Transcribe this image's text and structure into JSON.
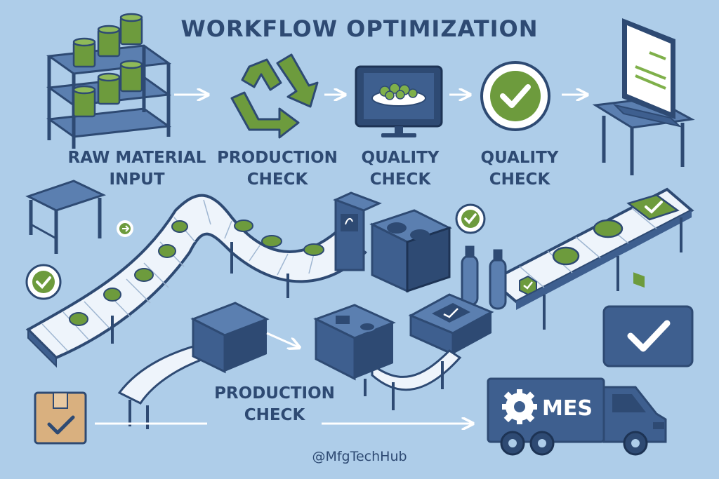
{
  "title": "WORKFLOW OPTIMIZATION",
  "steps": [
    {
      "line1": "RAW MATERIAL",
      "line2": "INPUT"
    },
    {
      "line1": "PRODUCTION",
      "line2": "CHECK"
    },
    {
      "line1": "QUALITY",
      "line2": "CHECK"
    },
    {
      "line1": "QUALITY",
      "line2": "CHECK"
    }
  ],
  "bottom_label": {
    "line1": "PRODUCTION",
    "line2": "CHECK"
  },
  "truck_label": "MES",
  "handle": "@MfgTechHub",
  "colors": {
    "background": "#aecde9",
    "navy": "#2e4a73",
    "green": "#6d9b3d",
    "white": "#ffffff",
    "box": "#d9b07f"
  },
  "icons": [
    "storage-rack-icon",
    "recycle-icon",
    "monitor-icon",
    "checkmark-badge-icon",
    "laptop-desk-icon",
    "conveyor-belt-icon",
    "truck-icon",
    "gear-icon",
    "package-icon"
  ]
}
